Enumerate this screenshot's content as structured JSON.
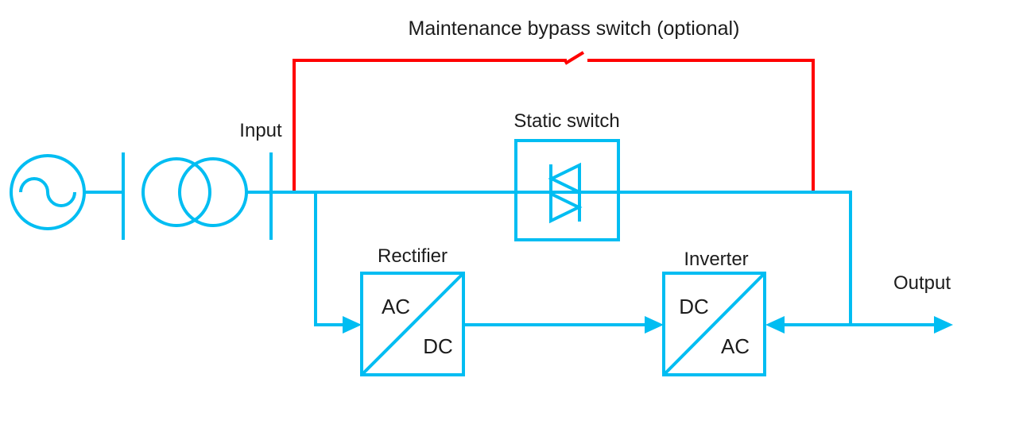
{
  "diagram": {
    "labels": {
      "maintenance_bypass": "Maintenance bypass switch (optional)",
      "input": "Input",
      "static_switch": "Static switch",
      "rectifier": "Rectifier",
      "rectifier_in": "AC",
      "rectifier_out": "DC",
      "inverter": "Inverter",
      "inverter_in": "DC",
      "inverter_out": "AC",
      "output": "Output"
    },
    "colors": {
      "line": "#00BDF2",
      "bypass": "#FF0000",
      "text": "#1C1C1C",
      "background": "#FFFFFF"
    }
  }
}
